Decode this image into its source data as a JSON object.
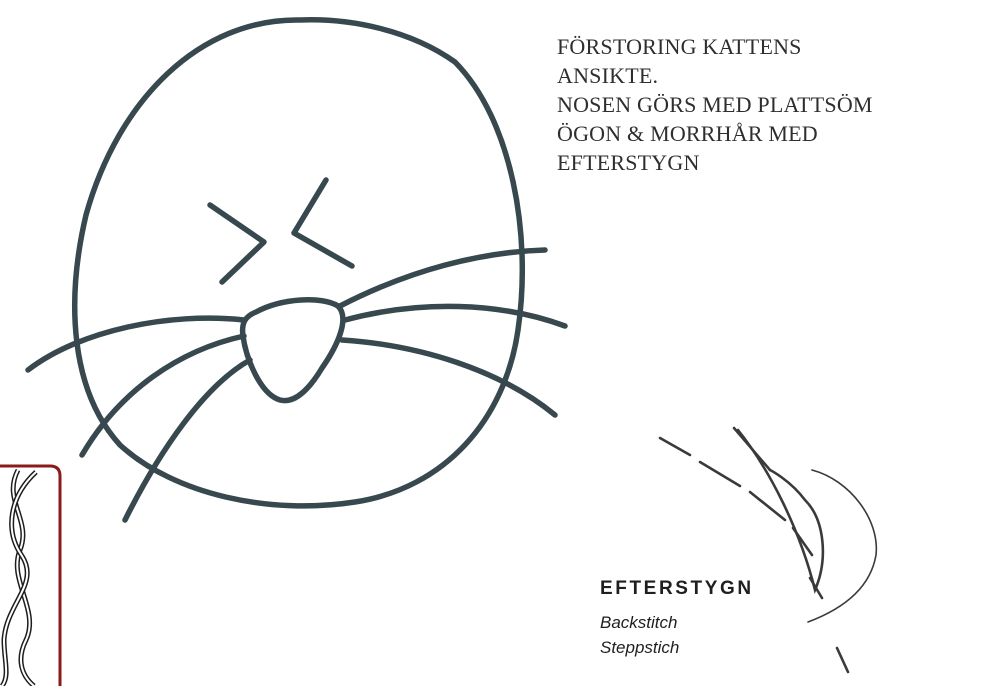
{
  "instructions": {
    "lines": [
      "FÖRSTORING KATTENS",
      "ANSIKTE.",
      "NOSEN GÖRS MED PLATTSÖM",
      "ÖGON & MORRHÅR MED",
      "EFTERSTYGN"
    ]
  },
  "legend": {
    "title": "EFTERSTYGN",
    "subtitles": [
      "Backstitch",
      "Steppstich"
    ]
  },
  "colors": {
    "outline": "#38484f",
    "text": "#2e2e2e",
    "frame": "#8b1a1a",
    "background": "#ffffff"
  },
  "icons": {
    "cat_face": "cat-face-outline-icon",
    "stitch": "backstitch-diagram-icon",
    "knot": "celtic-knot-logo-icon"
  }
}
